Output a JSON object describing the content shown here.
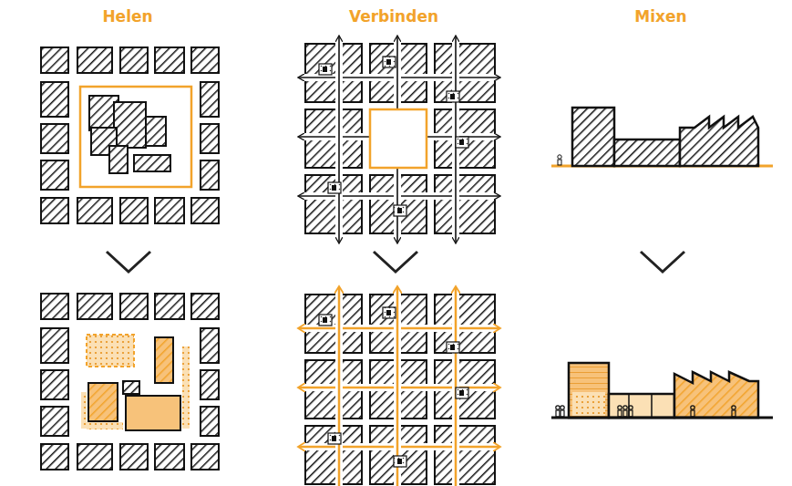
{
  "diagram": {
    "labels": [
      "Helen",
      "Verbinden",
      "Mixen"
    ]
  }
}
